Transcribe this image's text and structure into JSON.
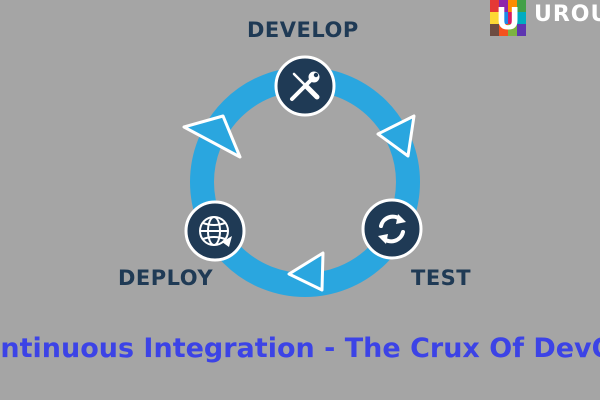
{
  "diagram": {
    "stages": [
      {
        "label": "DEVELOP",
        "icon": "tools-icon"
      },
      {
        "label": "TEST",
        "icon": "refresh-icon"
      },
      {
        "label": "DEPLOY",
        "icon": "globe-icon"
      }
    ],
    "cycle_color": "#2aa6df",
    "node_color": "#1f3a55",
    "caption": "Continuous Integration - The Crux Of DevOps"
  },
  "logo": {
    "letter": "U",
    "text": "UROU"
  },
  "colors": {
    "background": "#a5a5a5",
    "label": "#1f3a55",
    "caption": "#3c43e6"
  }
}
